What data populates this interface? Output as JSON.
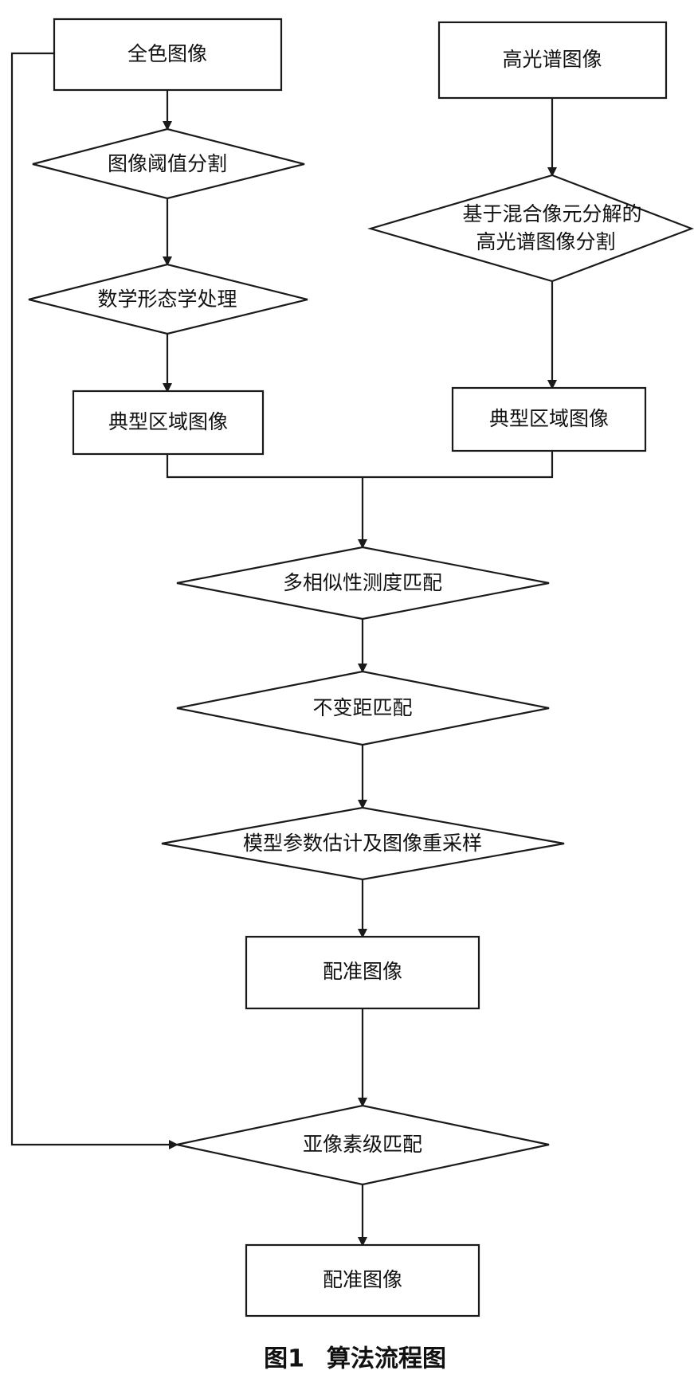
{
  "nodes": {
    "pan_image": "全色图像",
    "hyperspectral_image": "高光谱图像",
    "threshold_segmentation": "图像阈值分割",
    "unmixing_segmentation_line1": "基于混合像元分解的",
    "unmixing_segmentation_line2": "高光谱图像分割",
    "morphology": "数学形态学处理",
    "typical_region_left": "典型区域图像",
    "typical_region_right": "典型区域图像",
    "multi_similarity_matching": "多相似性测度匹配",
    "invariant_distance_matching": "不变距匹配",
    "model_param_estimation": "模型参数估计及图像重采样",
    "registered_image_1": "配准图像",
    "subpixel_matching": "亚像素级匹配",
    "registered_image_2": "配准图像"
  },
  "caption": {
    "figure_number": "图1",
    "title": "算法流程图"
  },
  "colors": {
    "stroke": "#1a1a1a",
    "background": "#ffffff"
  }
}
